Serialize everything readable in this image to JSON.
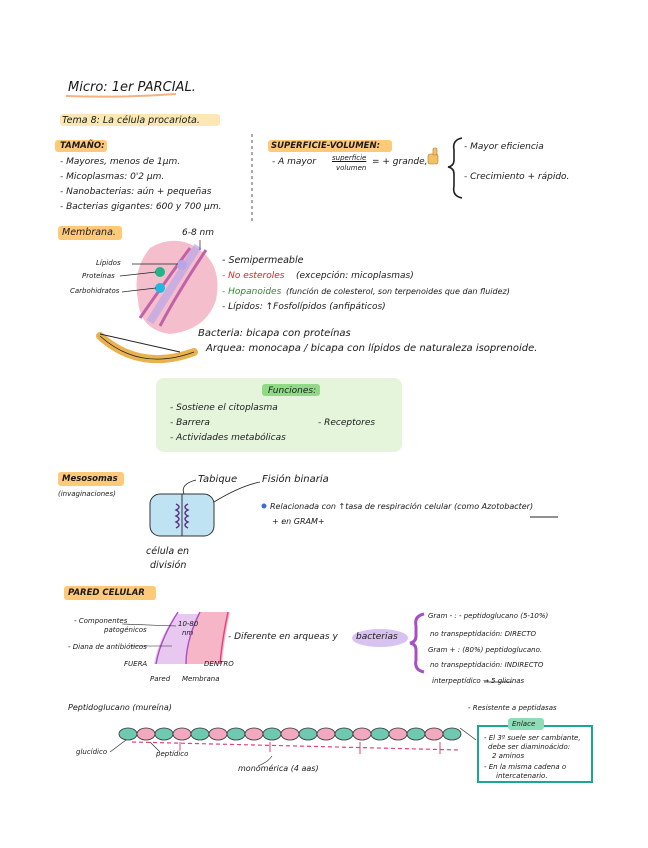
{
  "header": {
    "title": "Micro: 1er PARCIAL.",
    "theme": "Tema 8: La célula procariota."
  },
  "tamano": {
    "heading": "TAMAÑO:",
    "lines": [
      "- Mayores, menos de 1μm.",
      "- Micoplasmas: 0'2 μm.",
      "- Nanobacterias: aún + pequeñas",
      "- Bacterias gigantes: 600 y 700 μm."
    ]
  },
  "superficie": {
    "heading": "SUPERFICIE-VOLUMEN:",
    "line_a": "- A mayor",
    "ratio_top": "superficie",
    "ratio_bottom": "volumen",
    "line_b": "= + grande,",
    "results": [
      "- Mayor eficiencia",
      "- Crecimiento + rápido."
    ]
  },
  "membrana": {
    "heading": "Membrana.",
    "thickness": "6-8 nm",
    "labels": [
      "Lípidos",
      "Proteínas",
      "Carbohidratos"
    ],
    "props": [
      "- Semipermeable",
      "- No esteroles",
      "(excepción: micoplasmas)",
      "- Hopanoides",
      "(función de colesterol, son terpenoides que dan fluidez)",
      "- Lípidos: ↑Fosfolípidos (anfipáticos)"
    ],
    "bacteria": "Bacteria: bicapa con proteínas",
    "arquea": "Arquea: monocapa / bicapa con lípidos de naturaleza isoprenoide."
  },
  "funciones": {
    "heading": "Funciones:",
    "items": [
      "- Sostiene el citoplasma",
      "- Barrera",
      "- Receptores",
      "- Actividades metabólicas"
    ]
  },
  "mesosomas": {
    "heading": "Mesosomas",
    "sub": "(invaginaciones)",
    "tabique": "Tabique",
    "fision": "Fisión binaria",
    "relacion": "Relacionada con ↑tasa de respiración celular (como Azotobacter)",
    "gram": "+ en GRAM+",
    "cell_label_1": "célula en",
    "cell_label_2": "división"
  },
  "pared": {
    "heading": "PARED CELULAR",
    "comp_1": "- Componentes",
    "comp_2": "patogénicos",
    "diana": "- Diana de antibióticos",
    "thick": "10-80",
    "thick_unit": "nm",
    "fuera": "FUERA",
    "dentro": "DENTRO",
    "pared_label": "Pared",
    "membrana_label": "Membrana",
    "diferente": "- Diferente en arqueas y",
    "bacterias": "bacterias",
    "gram_lines": [
      "Gram - : - peptidoglucano (5-10%)",
      "no transpeptidación: DIRECTO",
      "Gram + : (80%) peptidoglucano.",
      "no transpeptidación: INDIRECTO",
      "interpeptídico → 5 glicinas"
    ]
  },
  "peptidoglucano": {
    "heading": "Peptidoglucano (mureína)",
    "glucidico": "glucídico",
    "peptidico": "peptídico",
    "monomerica": "monomérica (4 aas)",
    "resistente": "- Resistente a peptidasas",
    "enlace_title": "Enlace",
    "enlace_lines": [
      "- El 3º suele ser cambiante,",
      "debe ser diaminoácido:",
      "2 aminos",
      "- En la misma cadena o",
      "intercatenario."
    ]
  }
}
